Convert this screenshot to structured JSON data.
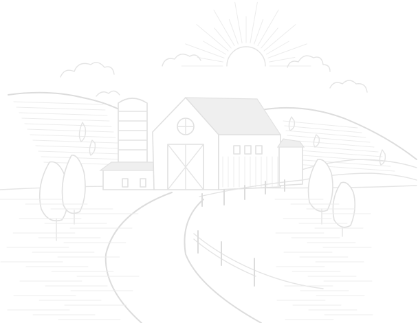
{
  "scene": {
    "subject": "engraved-farm-landscape",
    "palette": {
      "background": "#ffffff",
      "line": "#e2e2e2",
      "shade": "#efefef"
    },
    "elements": [
      "sun",
      "clouds",
      "hills",
      "silo",
      "barn",
      "shed",
      "road",
      "fence",
      "trees",
      "field"
    ]
  }
}
